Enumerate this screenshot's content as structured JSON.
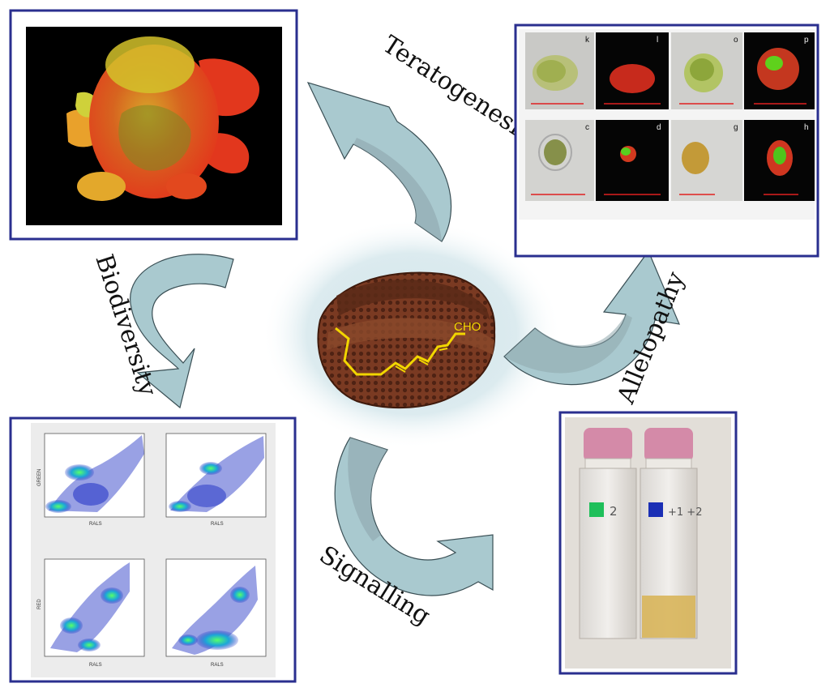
{
  "labels": {
    "teratogenesis": "Teratogenesis",
    "biodiversity": "Biodiversity",
    "allelopathy": "Allelopathy",
    "signalling": "Signalling"
  },
  "molecule": {
    "group": "CHO"
  },
  "micrographs": [
    {
      "letter": "k"
    },
    {
      "letter": "l"
    },
    {
      "letter": "o"
    },
    {
      "letter": "p"
    },
    {
      "letter": "c"
    },
    {
      "letter": "d"
    },
    {
      "letter": "g"
    },
    {
      "letter": "h"
    }
  ],
  "flow_cytometry": {
    "x_axis": "RALS",
    "top_y_axis": "GREEN",
    "bottom_y_axis": "RED"
  },
  "vials": {
    "left_label": "2",
    "right_label": "+1\n+2"
  },
  "colors": {
    "frame": "#2a2f8f",
    "arrow_fill": "#a9c9cf",
    "arrow_dark": "#8fa7ad",
    "diatom": "#7a3a22",
    "molecule": "#f2d600",
    "vial_green": "#1fbf5a",
    "vial_blue": "#1b2fb5"
  }
}
